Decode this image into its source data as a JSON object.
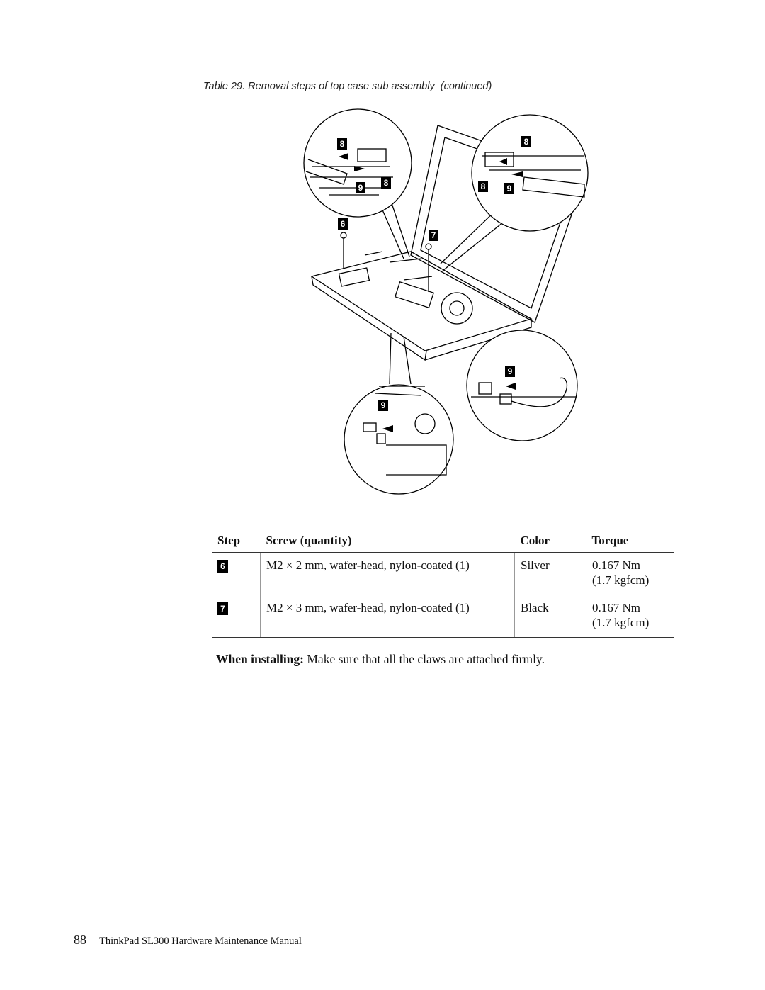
{
  "caption": "Table 29. Removal steps of top case sub assembly  (continued)",
  "figure": {
    "callouts": [
      "8",
      "8",
      "9",
      "8",
      "8",
      "9",
      "6",
      "7",
      "9",
      "9"
    ]
  },
  "table": {
    "headers": {
      "step": "Step",
      "screw": "Screw (quantity)",
      "color": "Color",
      "torque": "Torque"
    },
    "rows": [
      {
        "step": "6",
        "screw": "M2 × 2 mm, wafer-head, nylon-coated (1)",
        "color": "Silver",
        "torque_nm": "0.167 Nm",
        "torque_kgf": "(1.7 kgfcm)"
      },
      {
        "step": "7",
        "screw": "M2 × 3 mm, wafer-head, nylon-coated (1)",
        "color": "Black",
        "torque_nm": "0.167 Nm",
        "torque_kgf": "(1.7 kgfcm)"
      }
    ]
  },
  "note": {
    "label": "When installing:",
    "text": " Make sure that all the claws are attached firmly."
  },
  "footer": {
    "page_number": "88",
    "title": "ThinkPad SL300 Hardware Maintenance Manual"
  }
}
